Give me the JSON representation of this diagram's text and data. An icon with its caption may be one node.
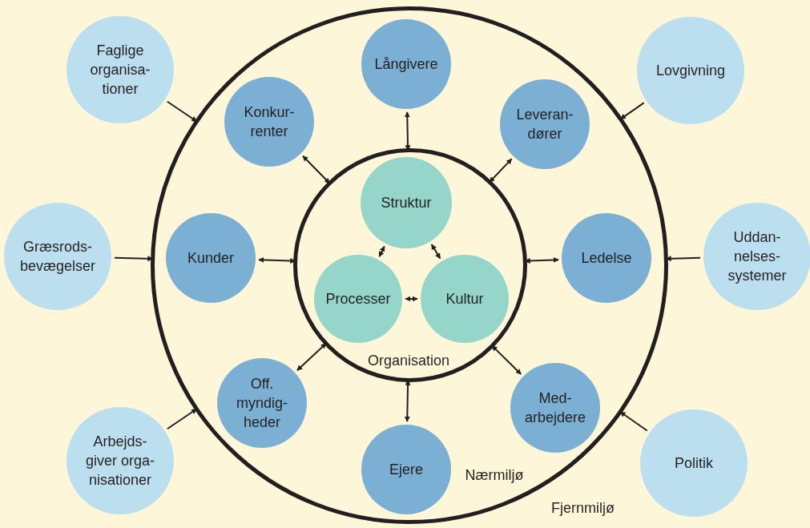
{
  "diagram": {
    "nodes": [
      {
        "text": [
          "Nærmiljø"
        ]
      },
      {
        "text": [
          "Organisation"
        ],
        "in": 0
      },
      {
        "text": [
          "Struktur"
        ],
        "in": 1
      },
      {
        "text": [
          "Processer"
        ],
        "in": 1
      },
      {
        "text": [
          "Kultur"
        ],
        "in": 1
      },
      {
        "text": [
          "Långivere"
        ],
        "in": 0
      },
      {
        "text": [
          "Leveran- dører"
        ],
        "in": 0
      },
      {
        "text": [
          "Ledelse"
        ],
        "in": 0
      },
      {
        "text": [
          "Med- arbejdere"
        ],
        "in": 0
      },
      {
        "text": [
          "Ejere"
        ],
        "in": 0
      },
      {
        "text": [
          "Off. myndig- heder"
        ],
        "in": 0
      },
      {
        "text": [
          "Kunder"
        ],
        "in": 0
      },
      {
        "text": [
          "Konkur- renter"
        ],
        "in": 0
      },
      {
        "text": [
          "Faglige organisa- tioner"
        ]
      },
      {
        "text": [
          "Lovgivning"
        ]
      },
      {
        "text": [
          "Græsrods- bevægelser"
        ]
      },
      {
        "text": [
          "Uddan- nelses- systemer"
        ]
      },
      {
        "text": [
          "Arbejds- giver orga- nisationer"
        ]
      },
      {
        "text": [
          "Politik"
        ]
      }
    ],
    "edges": [
      {
        "from": 2,
        "to": 3,
        "arrow": "both"
      },
      {
        "from": 2,
        "to": 4,
        "arrow": "both"
      },
      {
        "from": 3,
        "to": 4,
        "arrow": "both"
      },
      {
        "from": 5,
        "to": 1,
        "arrow": "both"
      },
      {
        "from": 6,
        "to": 1,
        "arrow": "both"
      },
      {
        "from": 7,
        "to": 1,
        "arrow": "both"
      },
      {
        "from": 8,
        "to": 1,
        "arrow": "both"
      },
      {
        "from": 9,
        "to": 1,
        "arrow": "both"
      },
      {
        "from": 10,
        "to": 1,
        "arrow": "both"
      },
      {
        "from": 11,
        "to": 1,
        "arrow": "both"
      },
      {
        "from": 12,
        "to": 1,
        "arrow": "both"
      },
      {
        "from": 13,
        "to": 0,
        "arrow": "to"
      },
      {
        "from": 14,
        "to": 0,
        "arrow": "to"
      },
      {
        "from": 15,
        "to": 0,
        "arrow": "to"
      },
      {
        "from": 16,
        "to": 0,
        "arrow": "to"
      },
      {
        "from": 17,
        "to": 0,
        "arrow": "to"
      },
      {
        "from": 18,
        "to": 0,
        "arrow": "to"
      }
    ],
    "labels": [
      "Fjernmiljø"
    ]
  }
}
